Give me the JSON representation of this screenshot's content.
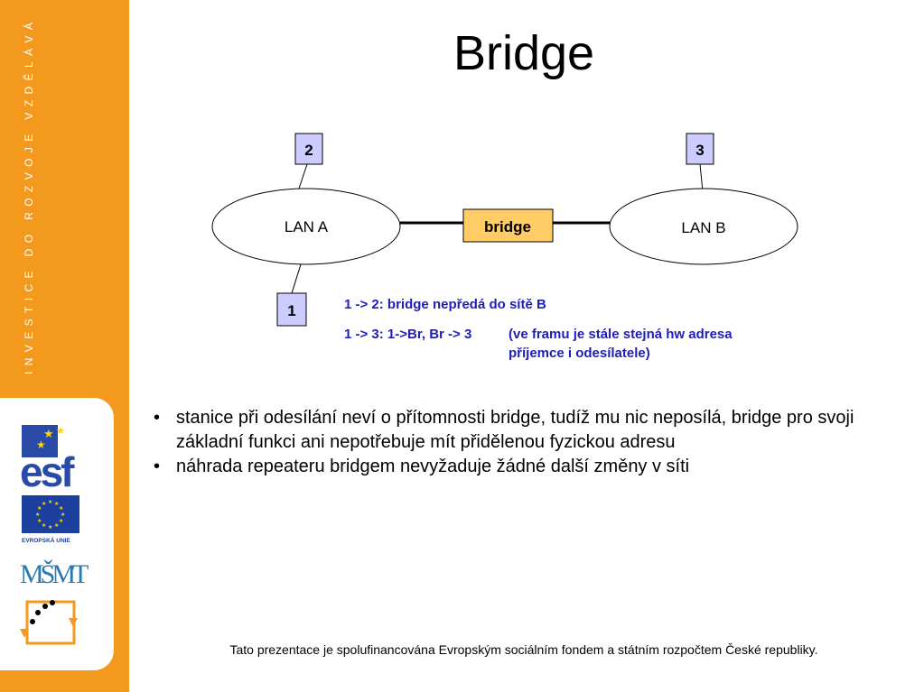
{
  "slide": {
    "title": "Bridge",
    "vertical_banner": "INVESTICE DO ROZVOJE VZDĚLÁVÁNÍ",
    "footer": "Tato prezentace je spolufinancována Evropským sociálním fondem a státním rozpočtem České republiky."
  },
  "logos": {
    "esf": "esf",
    "eu_caption": "EVROPSKÁ UNIE",
    "msmt": "MŠMT"
  },
  "diagram": {
    "lan_a": "LAN A",
    "lan_b": "LAN B",
    "bridge": "bridge",
    "station_1": "1",
    "station_2": "2",
    "station_3": "3"
  },
  "notes": {
    "line1": "1 -> 2: bridge nepředá do sítě B",
    "line2_left": "1 -> 3: 1->Br, Br -> 3",
    "line2_right_a": "(ve framu je stále stejná hw adresa",
    "line2_right_b": "příjemce i odesílatele)"
  },
  "bullets": [
    "stanice při odesílání neví o přítomnosti bridge, tudíž mu nic neposílá, bridge pro svoji základní funkci ani nepotřebuje mít přidělenou fyzickou adresu",
    "náhrada repeateru bridgem nevyžaduje žádné další změny v síti"
  ],
  "colors": {
    "sidebar": "#f39a1e",
    "station_fill": "#ccccff",
    "bridge_fill": "#ffcc66",
    "note_text": "#1f1fb8"
  }
}
